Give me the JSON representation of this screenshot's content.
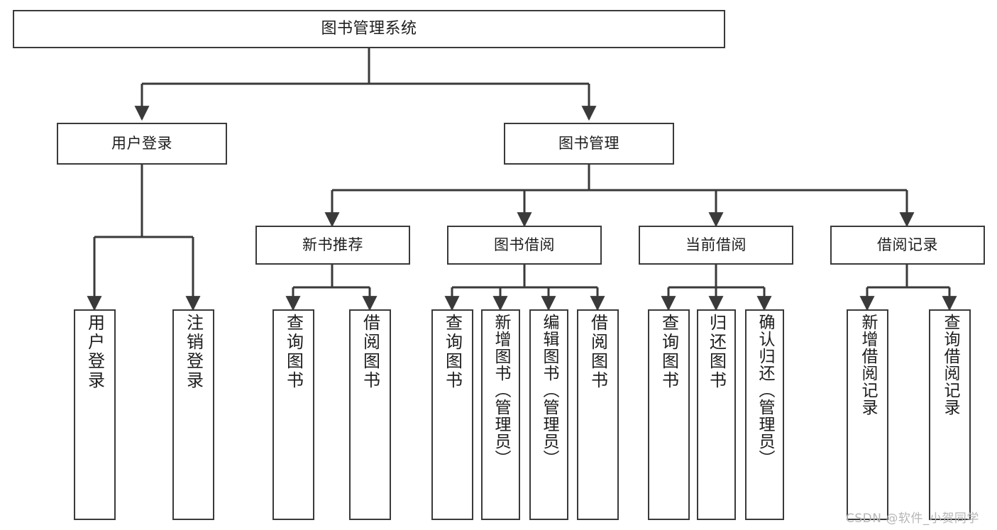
{
  "diagram": {
    "title": "图书管理系统",
    "type": "tree",
    "root": {
      "label": "图书管理系统"
    },
    "level2": [
      {
        "label": "用户登录"
      },
      {
        "label": "图书管理"
      }
    ],
    "level3": [
      {
        "label": "新书推荐"
      },
      {
        "label": "图书借阅"
      },
      {
        "label": "当前借阅"
      },
      {
        "label": "借阅记录"
      }
    ],
    "leaves": {
      "user_login": [
        {
          "label": "用户登录"
        },
        {
          "label": "注销登录"
        }
      ],
      "new_book_recommend": [
        {
          "label": "查询图书"
        },
        {
          "label": "借阅图书"
        }
      ],
      "book_borrow": [
        {
          "label": "查询图书"
        },
        {
          "label": "新增图书（管理员）"
        },
        {
          "label": "编辑图书（管理员）"
        },
        {
          "label": "借阅图书"
        }
      ],
      "current_borrow": [
        {
          "label": "查询图书"
        },
        {
          "label": "归还图书"
        },
        {
          "label": "确认归还（管理员）"
        }
      ],
      "borrow_record": [
        {
          "label": "新增借阅记录"
        },
        {
          "label": "查询借阅记录"
        }
      ]
    }
  },
  "watermark": {
    "text": "CSDN @软件_小贺同学"
  },
  "colors": {
    "stroke": "#3a3a3a",
    "text": "#1d1d1d",
    "background": "#ffffff",
    "watermark": "#b6b6b6"
  }
}
